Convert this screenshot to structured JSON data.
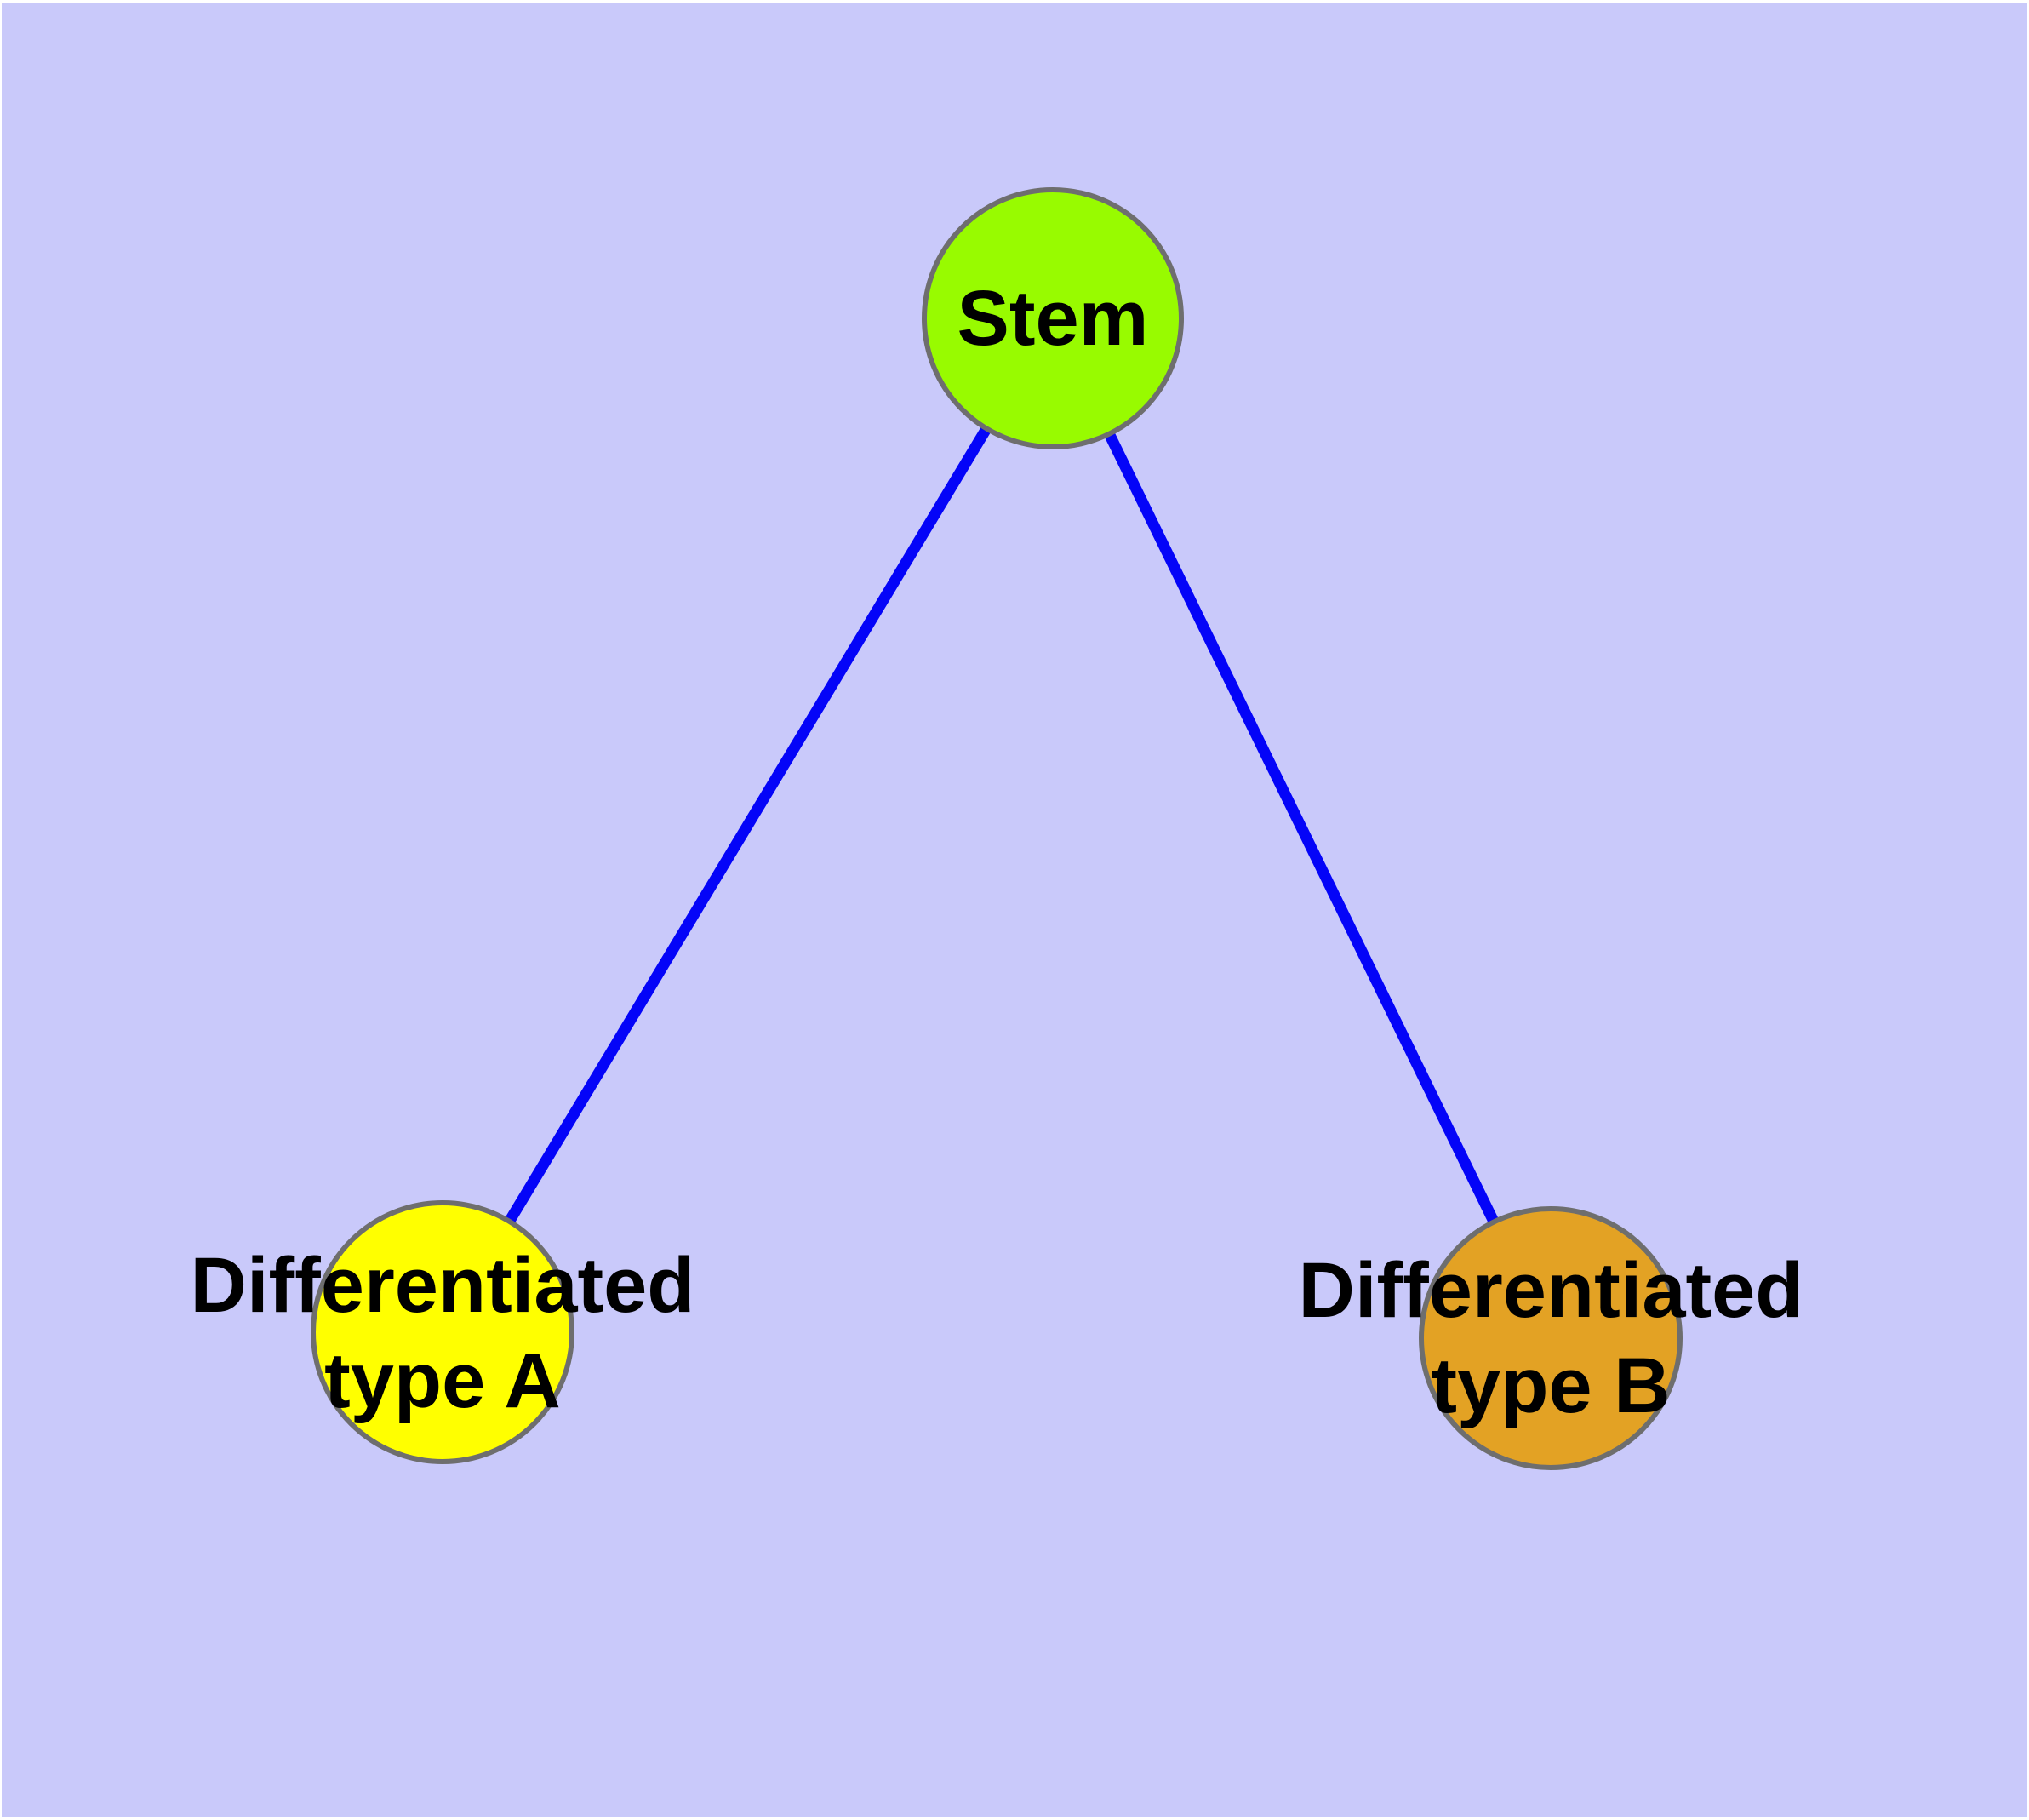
{
  "colors": {
    "page_background": "#FFFFFF",
    "graph_background": "#C9C9FA",
    "edge": "#0404F8",
    "node_border": "#6E6E6E",
    "label_text": "#000000"
  },
  "diagram": {
    "type": "node-link-graph",
    "description_visible_only": "Three circular nodes connected by two straight edges forming a V shape",
    "nodes": [
      {
        "id": "stem",
        "label": "Stem",
        "label_line1": "Stem",
        "fill": "#98FB00",
        "stroke": "#6E6E6E"
      },
      {
        "id": "differentiated-type-a",
        "label": "Differentiated type A",
        "label_line1": "Differentiated",
        "label_line2": "type A",
        "fill": "#FFFF00",
        "stroke": "#6E6E6E"
      },
      {
        "id": "differentiated-type-b",
        "label": "Differentiated type B",
        "label_line1": "Differentiated",
        "label_line2": "type B",
        "fill": "#E3A224",
        "stroke": "#6E6E6E"
      }
    ],
    "edges": [
      {
        "from": "stem",
        "to": "differentiated-type-a",
        "color": "#0404F8"
      },
      {
        "from": "stem",
        "to": "differentiated-type-b",
        "color": "#0404F8"
      }
    ]
  }
}
